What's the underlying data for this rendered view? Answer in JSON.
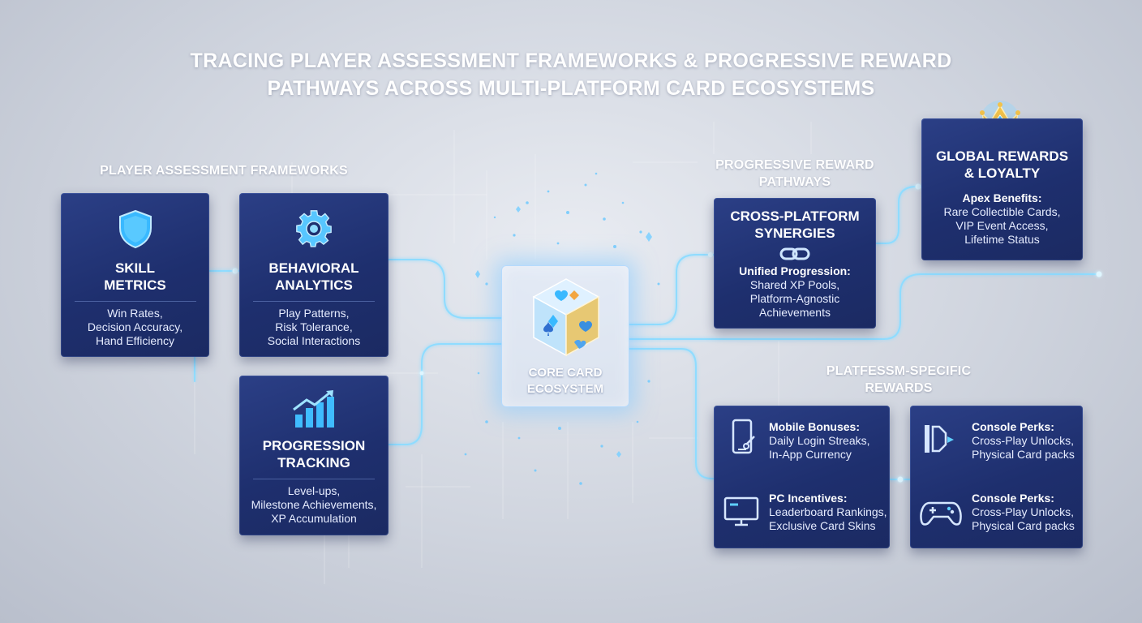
{
  "title": {
    "line1": "TRACING PLAYER ASSESSMENT FRAMEWORKS & PROGRESSIVE REWARD",
    "line2": "PATHWAYS ACROSS MULTI-PLATFORM CARD ECOSYSTEMS"
  },
  "sections": {
    "assessment": "PLAYER ASSESSMENT FRAMEWORKS",
    "progressive": {
      "line1": "PROGRESSIVE REWARD",
      "line2": "PATHWAYS"
    },
    "platform": {
      "line1": "PLATFESSM-SPECIFIC",
      "line2": "REWARDS"
    }
  },
  "skill": {
    "icon": "shield-icon",
    "heading1": "SKILL",
    "heading2": "METRICS",
    "lines": [
      "Win Rates,",
      "Decision Accuracy,",
      "Hand Efficiency"
    ]
  },
  "behavioral": {
    "icon": "gear-icon",
    "heading1": "BEHAVIORAL",
    "heading2": "ANALYTICS",
    "lines": [
      "Play Patterns,",
      "Risk Tolerance,",
      "Social Interactions"
    ]
  },
  "progression": {
    "icon": "bar-chart-icon",
    "heading1": "PROGRESSION",
    "heading2": "TRACKING",
    "lines": [
      "Level-ups,",
      "Milestone Achievements,",
      "XP Accumulation"
    ]
  },
  "core": {
    "icon": "card-suit-cube-icon",
    "line1": "CORE CARD",
    "line2": "ECOSYSTEM"
  },
  "cross": {
    "icon": "chain-link-icon",
    "heading1": "CROSS-PLATFORM",
    "heading2": "SYNERGIES",
    "sub": "Unified Progression:",
    "lines": [
      "Shared XP Pools,",
      "Platform-Agnostic",
      "Achievements"
    ]
  },
  "global": {
    "icon": "crown-icon",
    "heading1": "GLOBAL REWARDS",
    "heading2": "& LOYALTY",
    "sub": "Apex Benefits:",
    "lines": [
      "Rare Collectible Cards,",
      "VIP Event Access,",
      "Lifetime Status"
    ]
  },
  "platform_left": [
    {
      "icon": "smartphone-icon",
      "title": "Mobile Bonuses:",
      "lines": [
        "Daily Login Streaks,",
        "In-App Currency"
      ]
    },
    {
      "icon": "monitor-icon",
      "title": "PC Incentives:",
      "lines": [
        "Leaderboard Rankings,",
        "Exclusive Card Skins"
      ]
    }
  ],
  "platform_right": [
    {
      "icon": "console-logo-icon",
      "title": "Console Perks:",
      "lines": [
        "Cross-Play Unlocks,",
        "Physical Card packs"
      ]
    },
    {
      "icon": "gamepad-icon",
      "title": "Console Perks:",
      "lines": [
        "Cross-Play Unlocks,",
        "Physical Card packs"
      ]
    }
  ],
  "colors": {
    "card": "#22357a",
    "glow": "#7fd4ff",
    "accent": "#35b8ff",
    "crown": "#f2c24a"
  }
}
